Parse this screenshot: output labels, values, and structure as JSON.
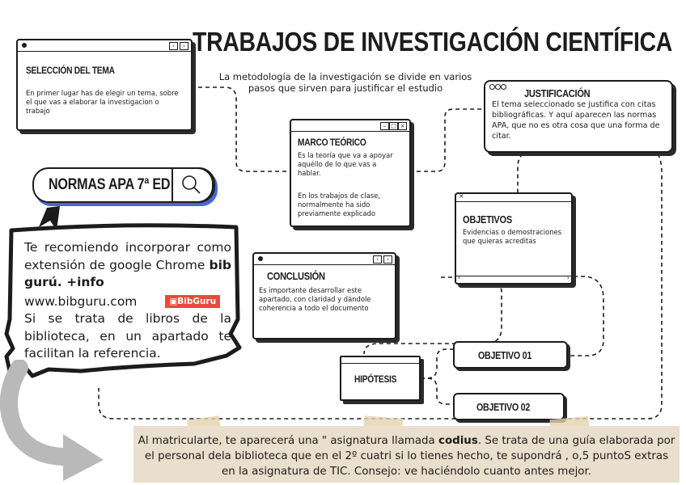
{
  "title": "TRABAJOS DE INVESTIGACIÓN CIENTÍFICA",
  "subtitle": "La metodología de la investigación se divide en varios pasos que sirven para justificar el estudio",
  "seleccion": {
    "title": "SELECCIÓN DEL TEMA",
    "text": "En primer lugar has de elegir un tema, sobre el que vas a elaborar la investigacion o trabajo"
  },
  "marco": {
    "title": "MARCO TEÓRICO",
    "text1": "Es la teoría que va a apoyar aquéllo de lo que vas a hablar.",
    "text2": "En los trabajos de clase, normalmente ha sido previamente explicado"
  },
  "justificacion": {
    "title": "JUSTIFICACIÓN",
    "text": "El tema seleccionado se justifica con citas bibliográficas.  Y aquí aparecen las normas APA, que no es otra cosa que una forma de citar."
  },
  "search": {
    "value": "NORMAS APA 7ª ED"
  },
  "objetivos": {
    "title": "OBJETIVOS",
    "text": "Evidencias o demostraciones que quieras acreditas"
  },
  "conclusion": {
    "title": "CONCLUSIÓN",
    "text": "Es importante desarrollar este apartado, con claridad y dándole coherencia a todo el documento"
  },
  "hipotesis": {
    "title": "HIPÓTESIS"
  },
  "objetivo01": {
    "label": "OBJETIVO 01"
  },
  "objetivo02": {
    "label": "OBJETIVO 02"
  },
  "note": {
    "line1": "Te recomiendo incorporar como extensión de google Chrome ",
    "bold": "bib gurú. +info",
    "url": "www.bibguru.com",
    "badge": "BibGuru",
    "line2": "Si se trata de libros de la biblioteca, en un apartado te facilitan la referencia."
  },
  "bottom": {
    "pre": "Al matricularte, te aparecerá una \" asignatura llamada ",
    "bold": "codius",
    "post": ". Se trata de una guía elaborada por el personal dela biblioteca que en el 2º cuatri si lo tienes hecho, te supondrá , o,5 puntoS extras en la asignatura de TIC. Consejo: ve haciéndolo cuanto antes mejor."
  },
  "colors": {
    "accent": "#4a67d6",
    "badge": "#e64a3b",
    "paper": "#eadfcc",
    "arrow": "#b9b9b9"
  }
}
